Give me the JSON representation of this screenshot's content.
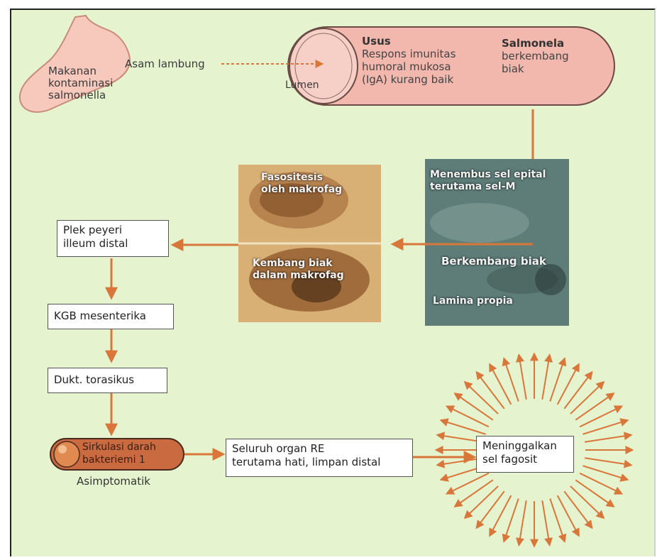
{
  "stomach": {
    "label_line1": "Makanan",
    "label_line2": "kontaminasi",
    "label_line3": "salmonella"
  },
  "acid_label": "Asam lambung",
  "intestine": {
    "lumen_label": "Lumen",
    "title": "Usus",
    "immunity_line1": "Respons imunitas",
    "immunity_line2": "humoral mukosa",
    "immunity_line3": "(IgA) kurang baik",
    "salmonella_title": "Salmonela",
    "salmonella_line1": "berkembang",
    "salmonella_line2": "biak"
  },
  "epithelium_photo": {
    "line1": "Menembus sel epital",
    "line2": "terutama sel-M",
    "middle": "Berkembang biak",
    "bottom": "Lamina propia"
  },
  "macrophage_photo": {
    "top_line1": "Fasositesis",
    "top_line2": "oleh makrofag",
    "bottom_line1": "Kembang biak",
    "bottom_line2": "dalam makrofag"
  },
  "flow_boxes": {
    "peyer_line1": "Plek peyeri",
    "peyer_line2": "illeum distal",
    "kgb": "KGB mesenterika",
    "duct": "Dukt. torasikus"
  },
  "circulation": {
    "line1": "Sirkulasi darah",
    "line2": "bakteriemi 1",
    "caption": "Asimptomatik"
  },
  "re_organ": {
    "line1": "Seluruh organ RE",
    "line2": "terutama hati, limpan distal"
  },
  "leaving": {
    "line1": "Meninggalkan",
    "line2": "sel fagosit"
  },
  "colors": {
    "background": "#e6f3cf",
    "arrow": "#d9773b",
    "pink": "#f2b7ad",
    "stomach": "#f6c9bc"
  },
  "burst_ray_count": 40
}
